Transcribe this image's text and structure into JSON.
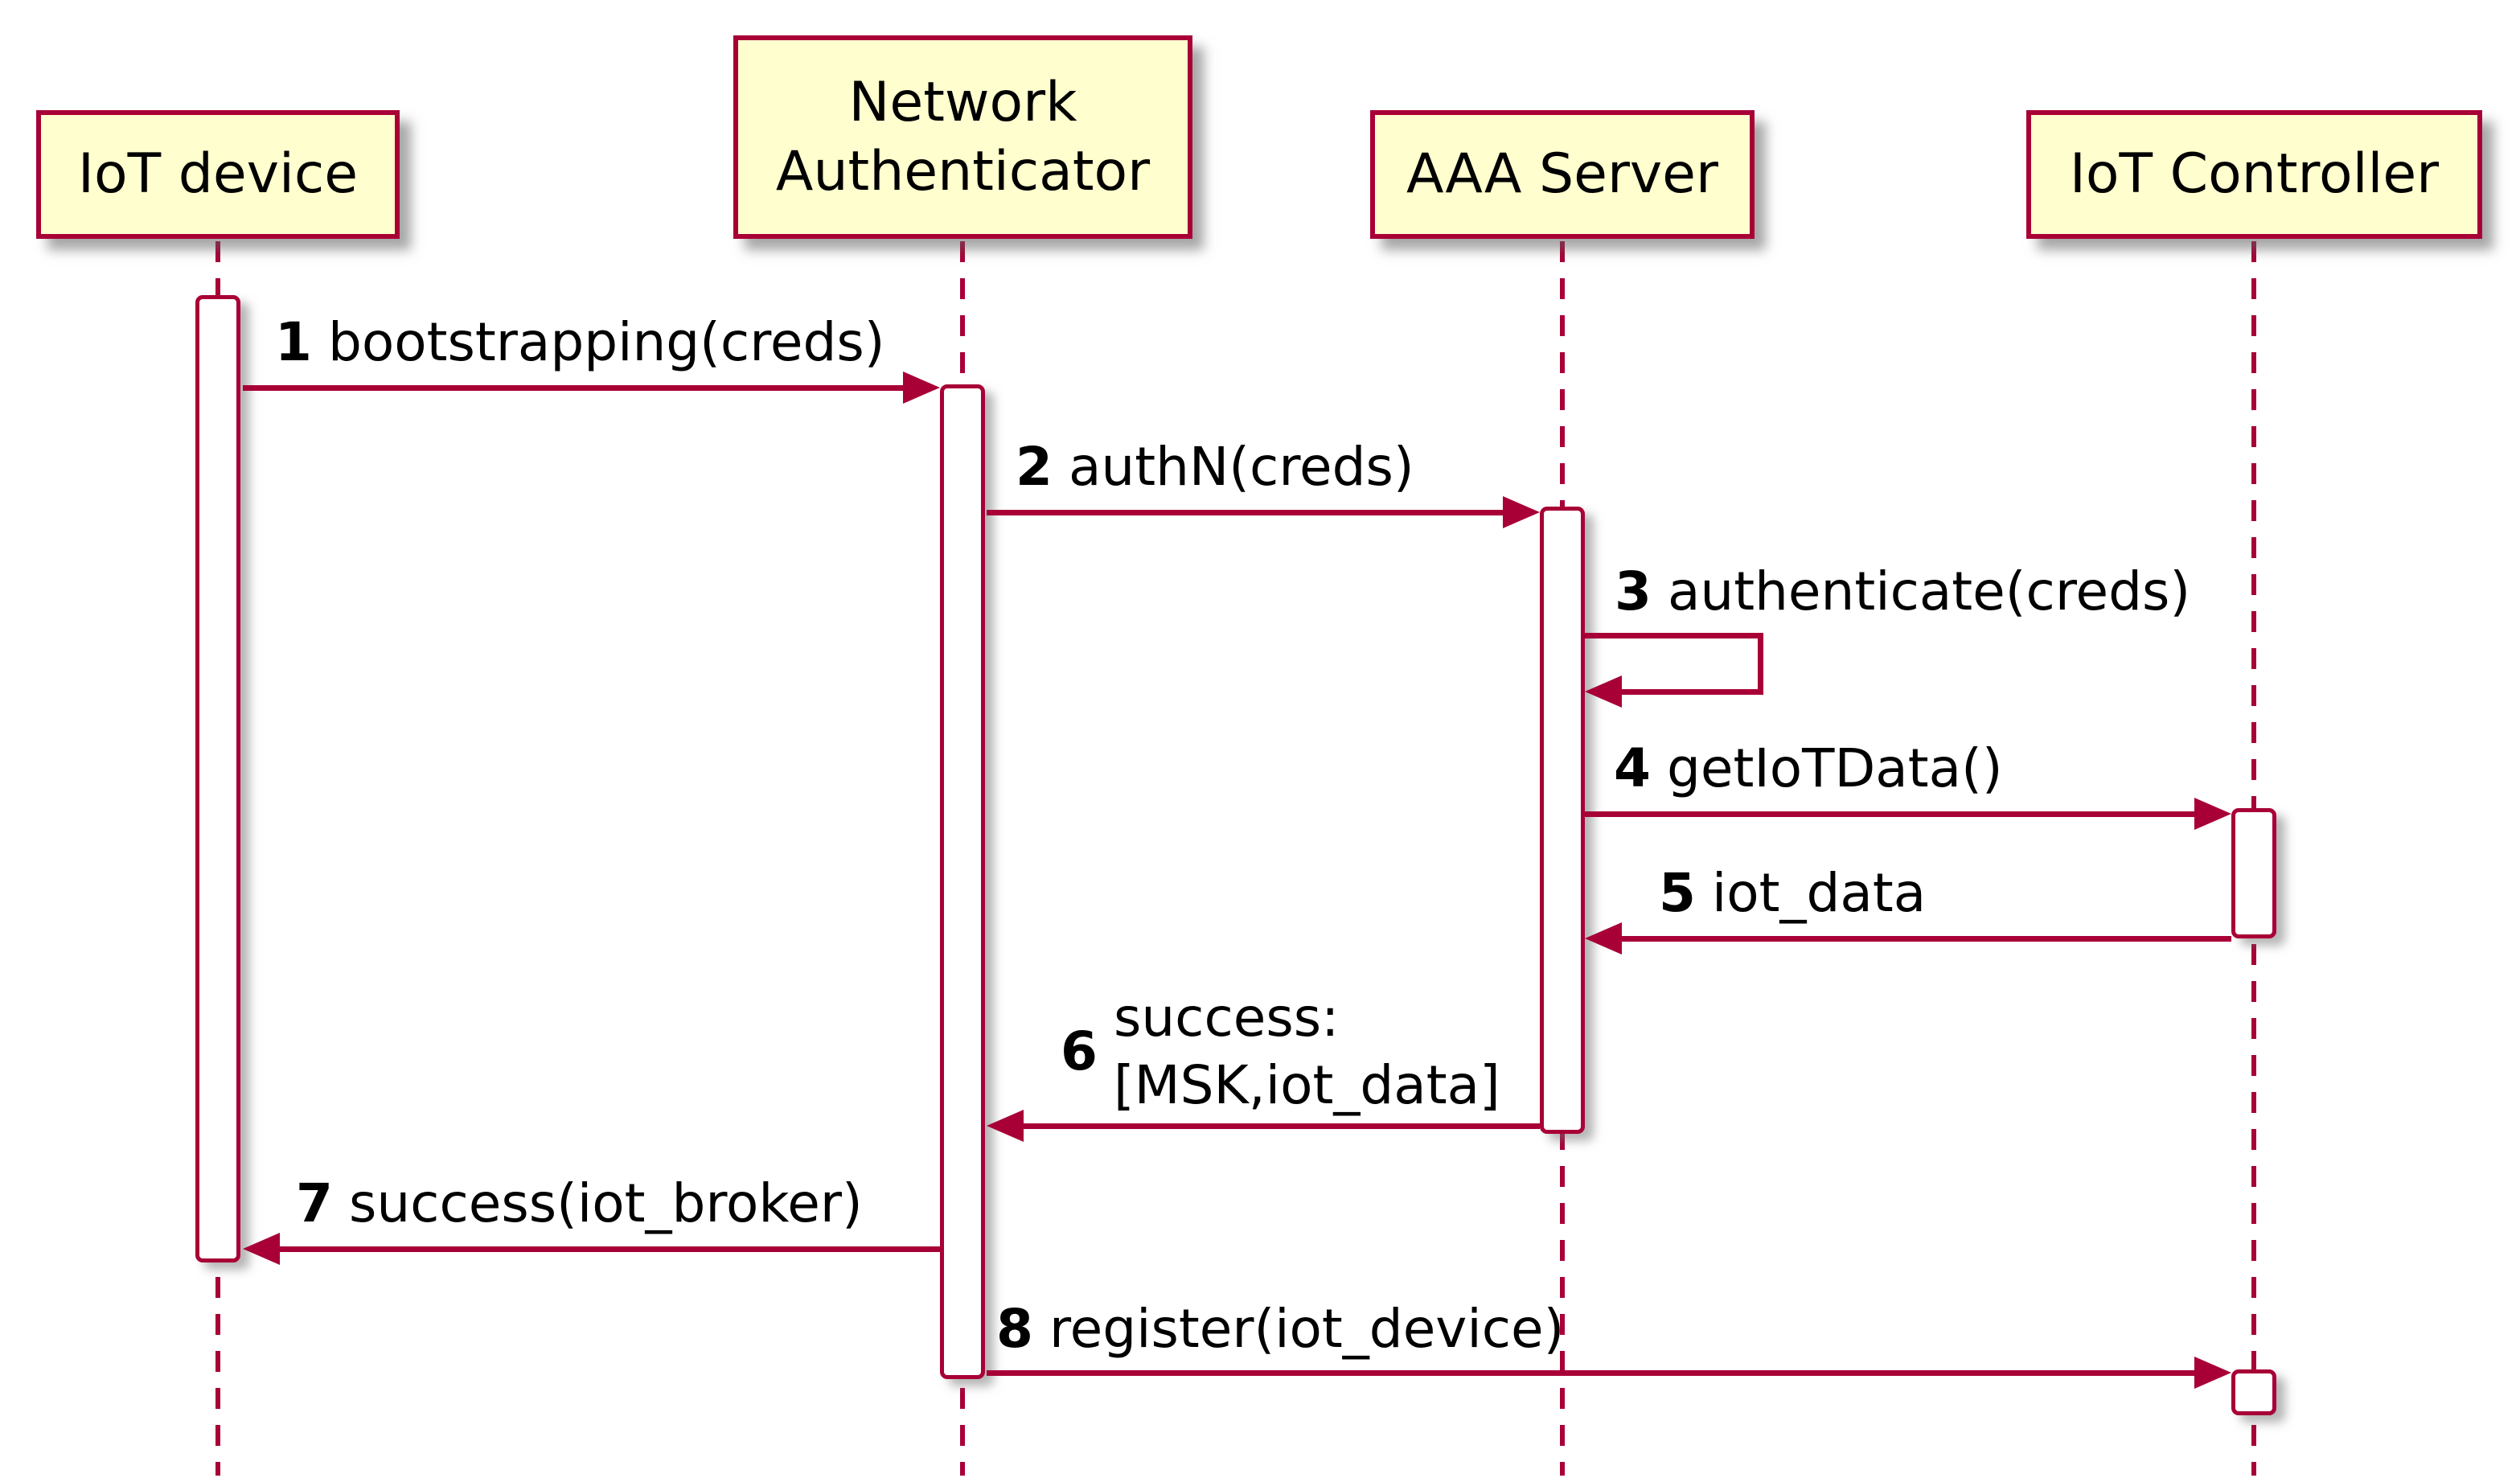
{
  "diagram": {
    "type": "uml-sequence-diagram",
    "colors": {
      "accent": "#A80036",
      "participant_fill": "#FEFECE",
      "background": "#FFFFFF",
      "text": "#000000"
    },
    "participants": [
      {
        "name": "IoT device"
      },
      {
        "name": "Network Authenticator"
      },
      {
        "name": "AAA Server"
      },
      {
        "name": "IoT Controller"
      }
    ],
    "messages": [
      {
        "num": "1",
        "text": "bootstrapping(creds)",
        "from": "IoT device",
        "to": "Network Authenticator"
      },
      {
        "num": "2",
        "text": "authN(creds)",
        "from": "Network Authenticator",
        "to": "AAA Server"
      },
      {
        "num": "3",
        "text": "authenticate(creds)",
        "from": "AAA Server",
        "to": "AAA Server"
      },
      {
        "num": "4",
        "text": "getIoTData()",
        "from": "AAA Server",
        "to": "IoT Controller"
      },
      {
        "num": "5",
        "text": "iot_data",
        "from": "IoT Controller",
        "to": "AAA Server"
      },
      {
        "num": "6",
        "line1": "success:",
        "line2": "[MSK,iot_data]",
        "from": "AAA Server",
        "to": "Network Authenticator"
      },
      {
        "num": "7",
        "text": "success(iot_broker)",
        "from": "Network Authenticator",
        "to": "IoT device"
      },
      {
        "num": "8",
        "text": "register(iot_device)",
        "from": "Network Authenticator",
        "to": "IoT Controller"
      }
    ]
  }
}
